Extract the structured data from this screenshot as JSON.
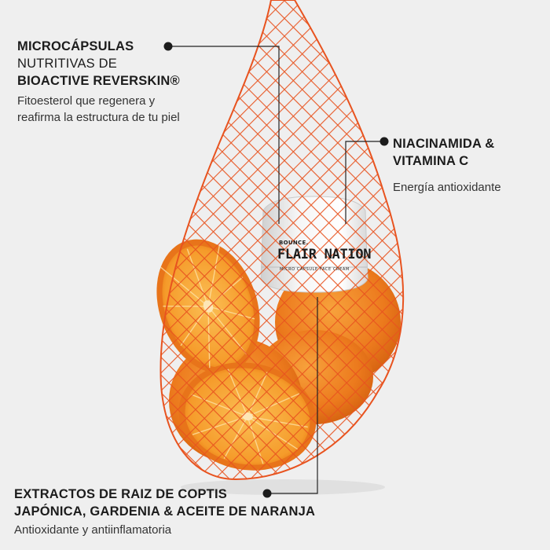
{
  "callouts": {
    "microcapsules": {
      "line1": "MICROCÁPSULAS",
      "line2": "NUTRITIVAS DE",
      "line3": "BIOACTIVE REVERSKIN®",
      "desc1": "Fitoesterol que regenera y",
      "desc2": "reafirma la estructura de tu piel"
    },
    "niacinamide": {
      "line1": "NIACINAMIDA &",
      "line2": "VITAMINA C",
      "desc": "Energía antioxidante"
    },
    "extracts": {
      "line1": "EXTRACTOS DE RAIZ DE COPTIS",
      "line2": "JAPÓNICA, GARDENIA & ACEITE DE NARANJA",
      "desc": "Antioxidante y antiinflamatoria"
    }
  },
  "product": {
    "brand": "BOUNCE.",
    "name": "FLAIR NATION",
    "subtitle": "MICRO CAPSULE FACE CREAM"
  },
  "colors": {
    "background": "#efefef",
    "net": "#e8531f",
    "orange": "#f08a2c",
    "text": "#1c1c1c"
  }
}
